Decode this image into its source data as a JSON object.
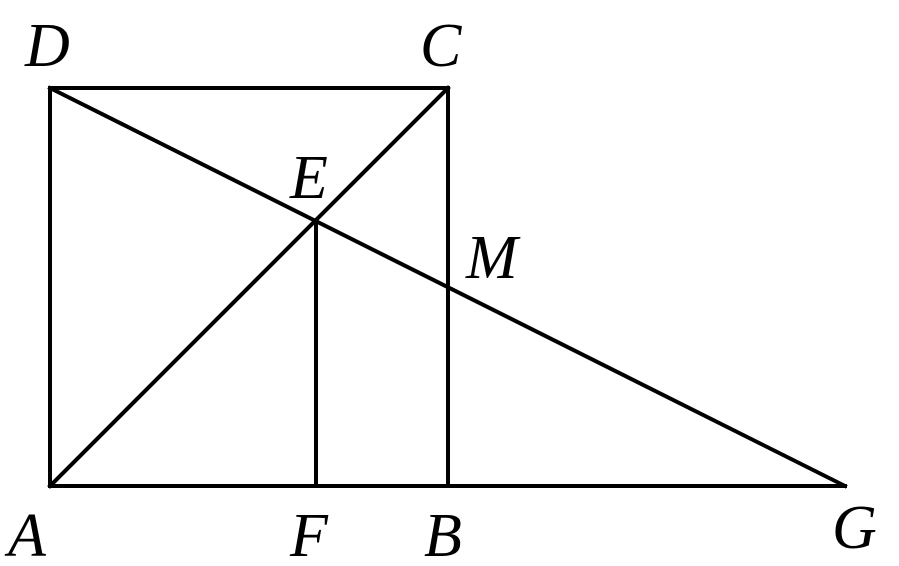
{
  "diagram": {
    "points": {
      "A": {
        "label": "A"
      },
      "B": {
        "label": "B"
      },
      "C": {
        "label": "C"
      },
      "D": {
        "label": "D"
      },
      "E": {
        "label": "E"
      },
      "F": {
        "label": "F"
      },
      "G": {
        "label": "G"
      },
      "M": {
        "label": "M"
      }
    },
    "segments": [
      [
        "A",
        "B"
      ],
      [
        "B",
        "G"
      ],
      [
        "A",
        "D"
      ],
      [
        "D",
        "C"
      ],
      [
        "C",
        "B"
      ],
      [
        "A",
        "C"
      ],
      [
        "D",
        "G"
      ],
      [
        "E",
        "F"
      ]
    ],
    "colors": {
      "line": "#000000",
      "background": "#ffffff"
    }
  }
}
